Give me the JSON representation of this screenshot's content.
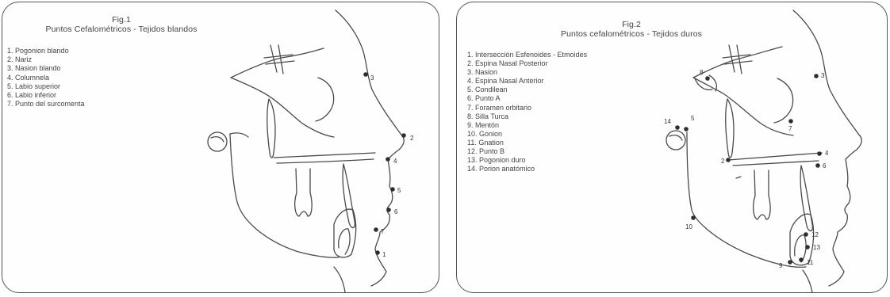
{
  "figure1": {
    "fig_label": "Fig.1",
    "title": "Puntos Cefalométricos - Tejidos blandos",
    "legend": [
      "1. Pogonion blando",
      "2. Nariz",
      "3. Nasion blando",
      "4. Columnela",
      "5. Labio superior",
      "6. Labio inferior",
      "7. Punto del surcomenta"
    ],
    "point_labels": [
      "3",
      "2",
      "4",
      "5",
      "6",
      "7",
      "1"
    ]
  },
  "figure2": {
    "fig_label": "Fig.2",
    "title": "Puntos cefalométricos - Tejidos duros",
    "legend": [
      "1. Intersección Esfenoides - Etmoides",
      "2. Espina Nasal Posterior",
      "3. Nasion",
      "4. Espina Nasal Anterior",
      "5. Condilean",
      "6. Punto A",
      "7. Foramen orbitario",
      "8. Silla Turca",
      "9. Mentón",
      "10. Gonion",
      "11. Gnation",
      "12. Punto B",
      "13. Pogonion duro",
      "14. Porion anatómico"
    ],
    "point_labels": [
      "8",
      "3",
      "7",
      "14",
      "5",
      "4",
      "6",
      "2",
      "10",
      "12",
      "13",
      "9",
      "11"
    ]
  },
  "colors": {
    "line": "#4a4a4a",
    "point": "#2e2e2e",
    "border": "#555555"
  }
}
